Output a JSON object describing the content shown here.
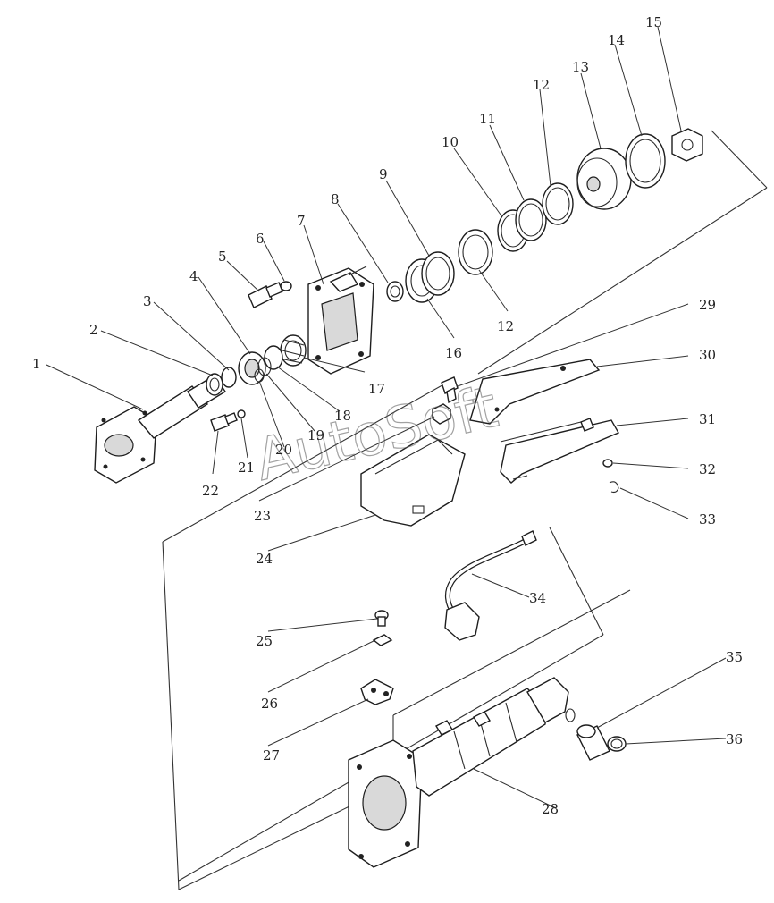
{
  "watermark": "AutoSoft",
  "callouts": [
    {
      "id": "1",
      "text": "1"
    },
    {
      "id": "2",
      "text": "2"
    },
    {
      "id": "3",
      "text": "3"
    },
    {
      "id": "4",
      "text": "4"
    },
    {
      "id": "5",
      "text": "5"
    },
    {
      "id": "6",
      "text": "6"
    },
    {
      "id": "7",
      "text": "7"
    },
    {
      "id": "8",
      "text": "8"
    },
    {
      "id": "9",
      "text": "9"
    },
    {
      "id": "10",
      "text": "10"
    },
    {
      "id": "11",
      "text": "11"
    },
    {
      "id": "12a",
      "text": "12"
    },
    {
      "id": "12b",
      "text": "12"
    },
    {
      "id": "13",
      "text": "13"
    },
    {
      "id": "14",
      "text": "14"
    },
    {
      "id": "15",
      "text": "15"
    },
    {
      "id": "16",
      "text": "16"
    },
    {
      "id": "17",
      "text": "17"
    },
    {
      "id": "18",
      "text": "18"
    },
    {
      "id": "19",
      "text": "19"
    },
    {
      "id": "20",
      "text": "20"
    },
    {
      "id": "21",
      "text": "21"
    },
    {
      "id": "22",
      "text": "22"
    },
    {
      "id": "23",
      "text": "23"
    },
    {
      "id": "24",
      "text": "24"
    },
    {
      "id": "25",
      "text": "25"
    },
    {
      "id": "26",
      "text": "26"
    },
    {
      "id": "27",
      "text": "27"
    },
    {
      "id": "28",
      "text": "28"
    },
    {
      "id": "29",
      "text": "29"
    },
    {
      "id": "30",
      "text": "30"
    },
    {
      "id": "31",
      "text": "31"
    },
    {
      "id": "32",
      "text": "32"
    },
    {
      "id": "33",
      "text": "33"
    },
    {
      "id": "34",
      "text": "34"
    },
    {
      "id": "35",
      "text": "35"
    },
    {
      "id": "36",
      "text": "36"
    }
  ]
}
